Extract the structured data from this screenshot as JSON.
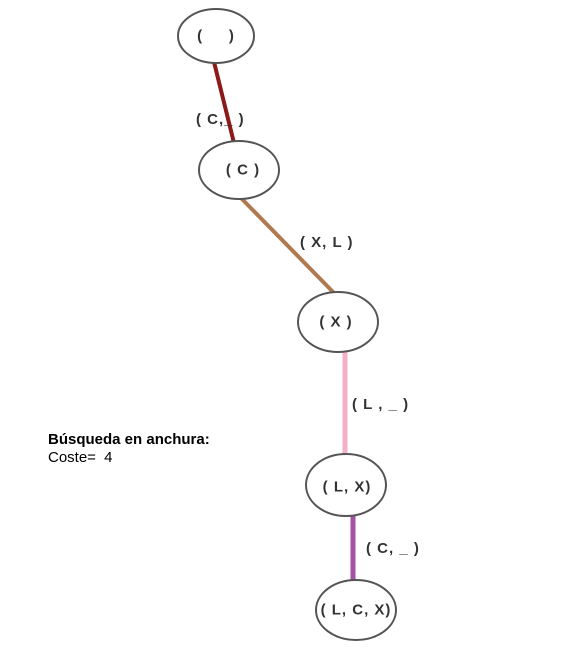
{
  "diagram": {
    "nodes": [
      {
        "id": "root",
        "label": "(     )"
      },
      {
        "id": "c",
        "label": "( C )"
      },
      {
        "id": "x",
        "label": "( X )"
      },
      {
        "id": "lx",
        "label": "( L, X)"
      },
      {
        "id": "lcx",
        "label": "( L, C, X)"
      }
    ],
    "edges": [
      {
        "from": "root",
        "to": "c",
        "label": "( C,_ )",
        "color": "#8b1a1a"
      },
      {
        "from": "c",
        "to": "x",
        "label": "( X, L )",
        "color": "#b07a50"
      },
      {
        "from": "x",
        "to": "lx",
        "label": "( L , _ )",
        "color": "#f4afc8"
      },
      {
        "from": "lx",
        "to": "lcx",
        "label": "( C, _ )",
        "color": "#a452a4"
      }
    ]
  },
  "caption": {
    "title": "Búsqueda en anchura:",
    "cost_label": "Coste=",
    "cost_value": "4"
  }
}
